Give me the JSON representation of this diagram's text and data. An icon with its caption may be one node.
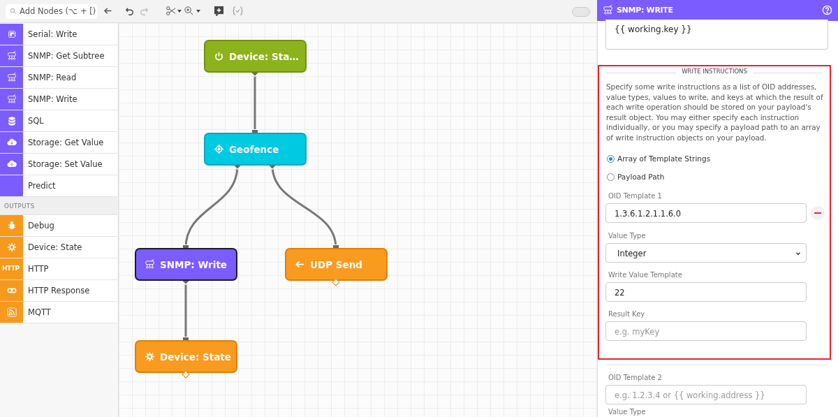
{
  "diagram": {
    "nodes": [
      {
        "text": [
          "Device: Sta…"
        ]
      },
      {
        "text": [
          "Geofence"
        ]
      },
      {
        "text": [
          "SNMP: Write"
        ]
      },
      {
        "text": [
          "UDP Send"
        ]
      },
      {
        "text": [
          "Device: State"
        ]
      },
      {
        "text": [
          "WRITE INSTRUCTIONS",
          "Specify some write instructions as a list of OID addresses, value types, values to write, and keys at which the result of each write operation should be stored on your payload's result object. You may either specify each instruction individually, or you may specify a payload path to an array of write instruction objects on your payload."
        ]
      }
    ],
    "edges": [
      {
        "from": 0,
        "to": 1,
        "arrow": "other"
      },
      {
        "from": 1,
        "to": 2,
        "arrow": "other"
      },
      {
        "from": 1,
        "to": 3,
        "arrow": "other"
      },
      {
        "from": 2,
        "to": 4,
        "arrow": "other"
      }
    ],
    "labels": [
      "Add Nodes (⌥ + [)",
      "Serial: Write",
      "SNMP: Get Subtree",
      "SNMP: Read",
      "SNMP: Write",
      "SQL",
      "Storage: Get Value",
      "Storage: Set Value",
      "Predict",
      "OUTPUTS",
      "Debug",
      "Device: State",
      "HTTP",
      "HTTP",
      "HTTP Response",
      "MQTT",
      "SNMP: WRITE",
      "{{ working.key }}",
      "Array of Template Strings",
      "Payload Path",
      "OID Template 1",
      "1.3.6.1.2.1.1.6.0",
      "Value Type",
      "Integer",
      "Write Value Template",
      "22",
      "Result Key",
      "e.g. myKey",
      "OID Template 2",
      "e.g. 1.2.3.4 or {{ working.address }}",
      "Value Type"
    ]
  }
}
